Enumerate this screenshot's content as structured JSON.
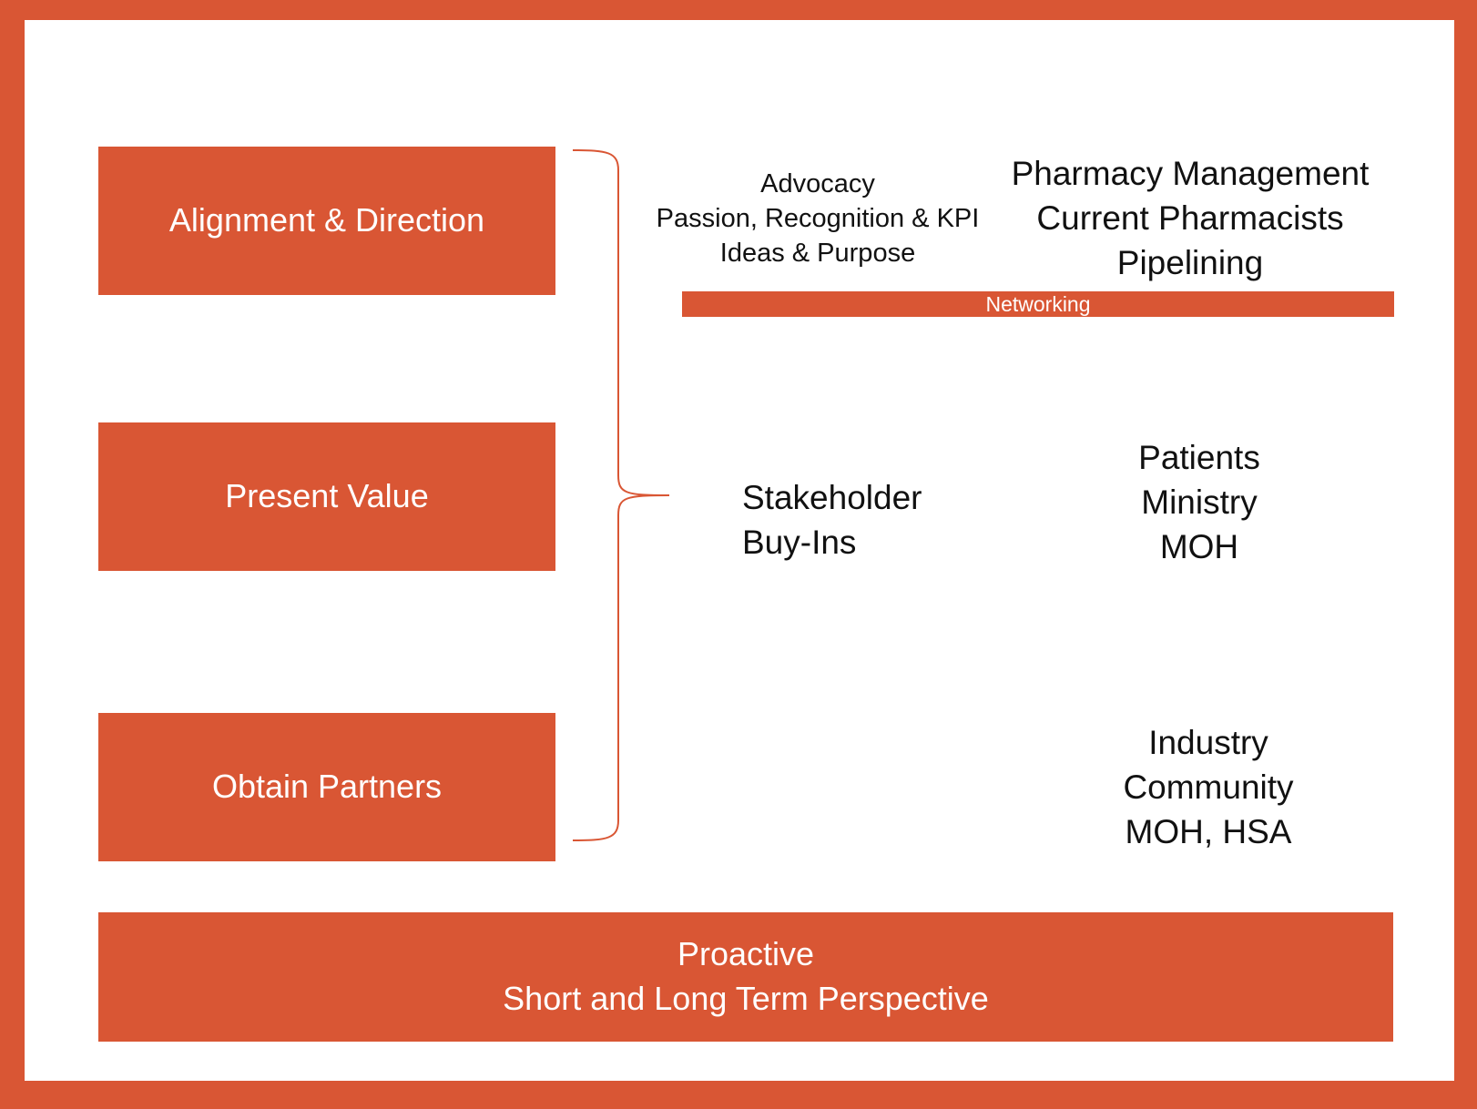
{
  "colors": {
    "accent": "#d95634",
    "background": "#ffffff",
    "text": "#111111",
    "box_text": "#ffffff"
  },
  "left_boxes": {
    "alignment": "Alignment & Direction",
    "present_value": "Present Value",
    "obtain_partners": "Obtain Partners"
  },
  "advocacy": {
    "line1": "Advocacy",
    "line2": "Passion, Recognition & KPI",
    "line3": "Ideas & Purpose"
  },
  "pharmacy": {
    "line1": "Pharmacy Management",
    "line2": "Current Pharmacists",
    "line3": "Pipelining"
  },
  "networking_label": "Networking",
  "stakeholder": {
    "line1": "Stakeholder",
    "line2": "Buy-Ins"
  },
  "patients": {
    "line1": "Patients",
    "line2": "Ministry",
    "line3": "MOH"
  },
  "industry": {
    "line1": "Industry",
    "line2": "Community",
    "line3": "MOH, HSA"
  },
  "footer": {
    "line1": "Proactive",
    "line2": "Short and Long Term Perspective"
  }
}
